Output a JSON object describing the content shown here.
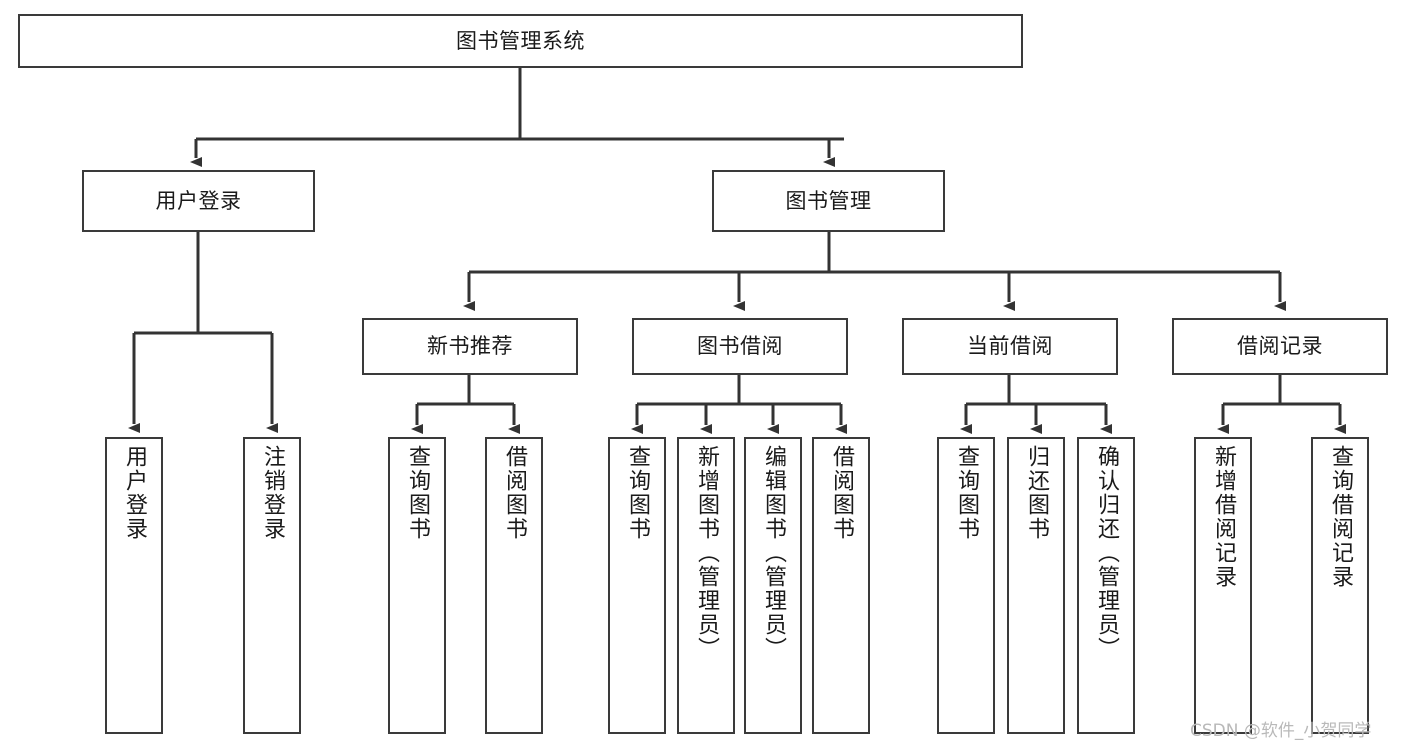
{
  "diagram": {
    "title": "图书管理系统",
    "type": "tree-hierarchy",
    "root": {
      "label": "图书管理系统"
    },
    "level2": [
      {
        "label": "用户登录"
      },
      {
        "label": "图书管理"
      }
    ],
    "level3": [
      {
        "label": "新书推荐"
      },
      {
        "label": "图书借阅"
      },
      {
        "label": "当前借阅"
      },
      {
        "label": "借阅记录"
      }
    ],
    "leaves": {
      "user_login": [
        {
          "label": "用户登录"
        },
        {
          "label": "注销登录"
        }
      ],
      "new_book_recommend": [
        {
          "label": "查询图书"
        },
        {
          "label": "借阅图书"
        }
      ],
      "book_borrow": [
        {
          "label": "查询图书"
        },
        {
          "label": "新增图书（管理员）"
        },
        {
          "label": "编辑图书（管理员）"
        },
        {
          "label": "借阅图书"
        }
      ],
      "current_borrow": [
        {
          "label": "查询图书"
        },
        {
          "label": "归还图书"
        },
        {
          "label": "确认归还（管理员）"
        }
      ],
      "borrow_record": [
        {
          "label": "新增借阅记录"
        },
        {
          "label": "查询借阅记录"
        }
      ]
    }
  },
  "watermark": {
    "text": "CSDN @软件_小贺同学"
  },
  "colors": {
    "border": "#3a3a3a",
    "background": "#ffffff",
    "text": "#1a1a1a",
    "watermark": "#b9b9b9"
  }
}
